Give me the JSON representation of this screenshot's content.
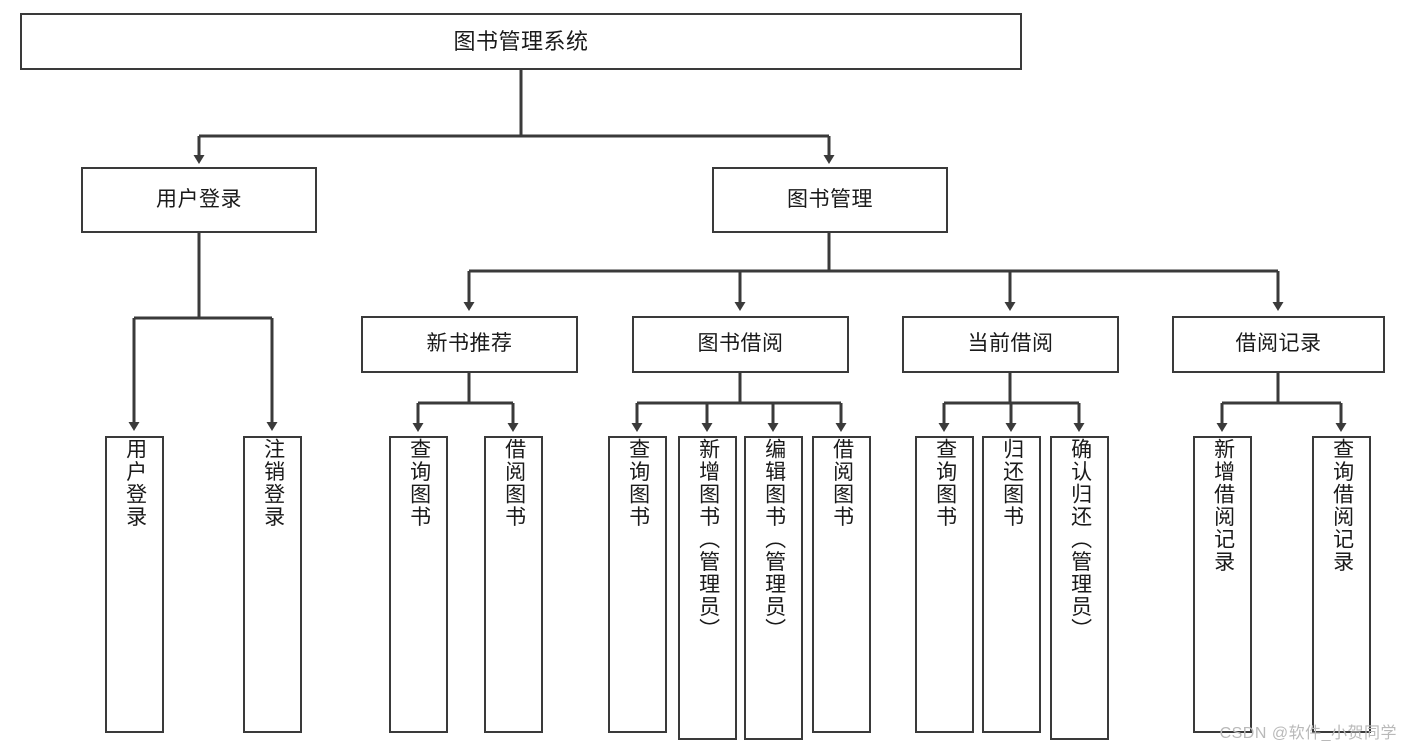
{
  "diagram": {
    "type": "tree-hierarchy",
    "title": "图书管理系统",
    "colors": {
      "box_border": "#3a3a3a",
      "box_fill": "#ffffff",
      "edge": "#3a3a3a",
      "text": "#1a1a1a",
      "watermark": "#b9b9b9",
      "background": "#ffffff"
    },
    "watermark": "CSDN @软件_小贺同学",
    "nodes": {
      "root": {
        "label": "图书管理系统"
      },
      "level2": [
        {
          "label": "用户登录"
        },
        {
          "label": "图书管理"
        }
      ],
      "level3": [
        {
          "label": "新书推荐"
        },
        {
          "label": "图书借阅"
        },
        {
          "label": "当前借阅"
        },
        {
          "label": "借阅记录"
        }
      ],
      "leaves": {
        "user_login": [
          {
            "label": "用户登录"
          },
          {
            "label": "注销登录"
          }
        ],
        "new_book_recommend": [
          {
            "label": "查询图书"
          },
          {
            "label": "借阅图书"
          }
        ],
        "book_borrow": [
          {
            "label": "查询图书"
          },
          {
            "label": "新增图书（管理员）"
          },
          {
            "label": "编辑图书（管理员）"
          },
          {
            "label": "借阅图书"
          }
        ],
        "current_borrow": [
          {
            "label": "查询图书"
          },
          {
            "label": "归还图书"
          },
          {
            "label": "确认归还（管理员）"
          }
        ],
        "borrow_record": [
          {
            "label": "新增借阅记录"
          },
          {
            "label": "查询借阅记录"
          }
        ]
      }
    }
  }
}
